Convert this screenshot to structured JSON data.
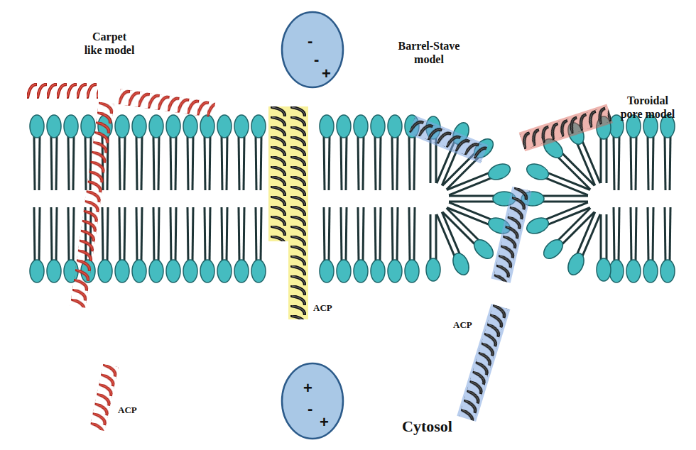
{
  "diagram": {
    "nodes": [
      {
        "text": [
          "-",
          "-",
          "+"
        ]
      },
      {
        "text": [
          "+",
          "-",
          "+"
        ]
      }
    ],
    "labels": [
      "Carpet like model",
      "Barrel-Stave model",
      "Toroidal pore model",
      "ACP",
      "ACP",
      "ACP",
      "Cytosol"
    ]
  }
}
